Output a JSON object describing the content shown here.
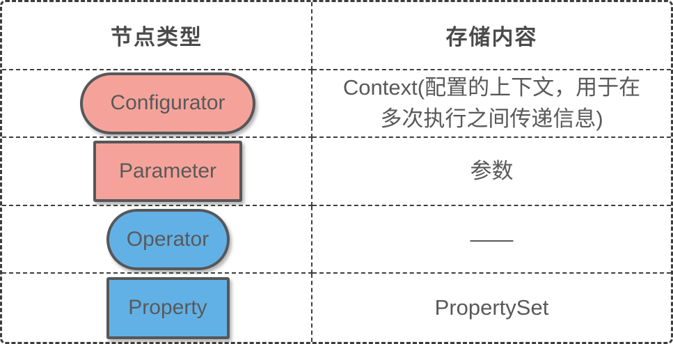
{
  "table": {
    "columns": [
      {
        "header": "节点类型"
      },
      {
        "header": "存储内容"
      }
    ],
    "rows": [
      {
        "node_type": "Configurator",
        "shape": "pill",
        "fill": "salmon",
        "content": "Context(配置的上下文，用于在\n多次执行之间传递信息)"
      },
      {
        "node_type": "Parameter",
        "shape": "rect",
        "fill": "salmon",
        "content": "参数"
      },
      {
        "node_type": "Operator",
        "shape": "pill",
        "fill": "blue",
        "content": "——"
      },
      {
        "node_type": "Property",
        "shape": "rect",
        "fill": "blue",
        "content": "PropertySet"
      }
    ],
    "colors": {
      "salmon_fill": "#F5A39A",
      "blue_fill": "#62B1E6",
      "shape_border": "#56575A",
      "body_text": "#595959",
      "header_text": "#4A4A4A",
      "grid_line": "#3D3D3D"
    }
  }
}
